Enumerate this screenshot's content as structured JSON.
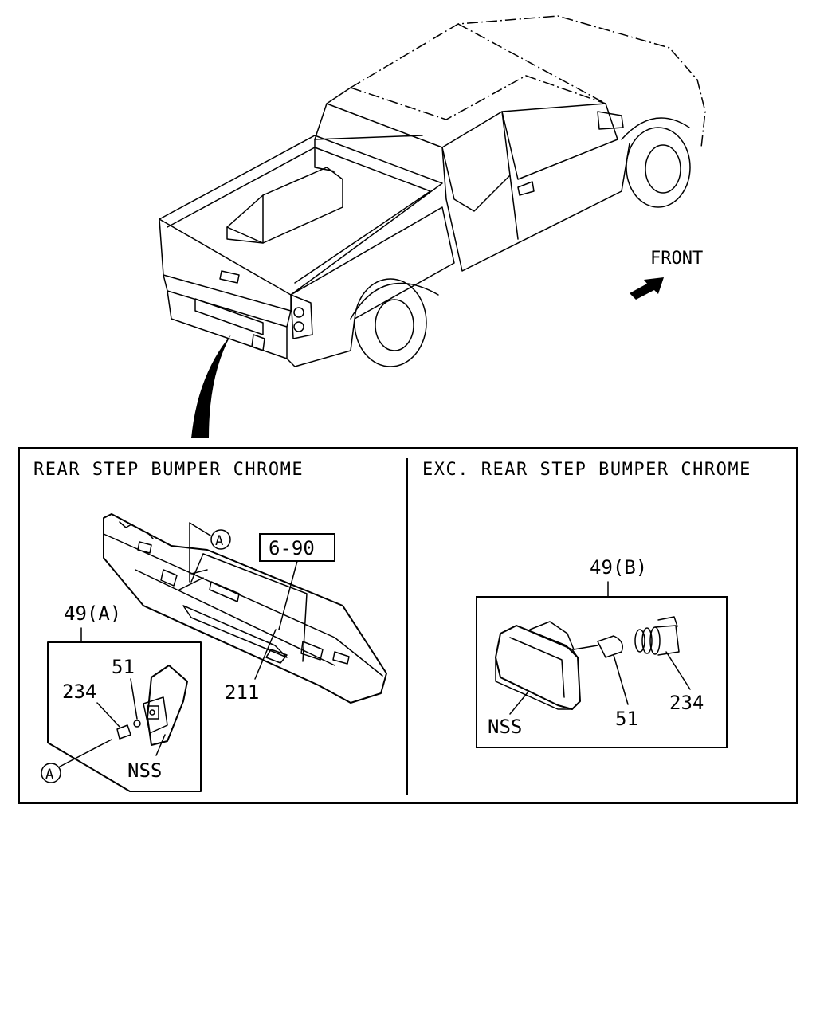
{
  "front_label": "FRONT",
  "left_panel": {
    "title": "REAR STEP BUMPER CHROME",
    "ref_box": "6-90",
    "assembly": "49(A)",
    "parts": {
      "bulb": "51",
      "socket": "234",
      "nss": "NSS",
      "bumper": "211",
      "marker": "A"
    }
  },
  "right_panel": {
    "title": "EXC. REAR STEP BUMPER CHROME",
    "assembly": "49(B)",
    "parts": {
      "nss": "NSS",
      "bulb": "51",
      "socket": "234"
    }
  }
}
